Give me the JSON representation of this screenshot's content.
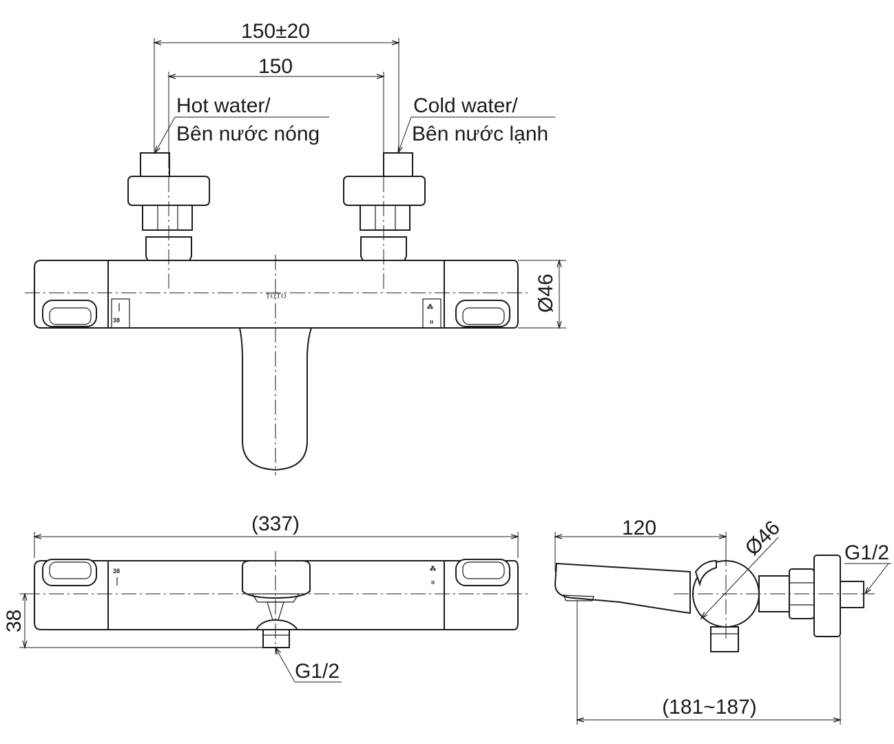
{
  "front_view": {
    "dim_outer": "150±20",
    "dim_inner": "150",
    "hot_label_1": "Hot water/",
    "hot_label_2": "Bên nước nóng",
    "cold_label_1": "Cold water/",
    "cold_label_2": "Bên nước lạnh",
    "diameter": "Ø46",
    "brand": "TOTO",
    "temp_mark": "38"
  },
  "top_view": {
    "length": "(337)",
    "height": "38",
    "outlet_thread": "G1/2",
    "temp_mark": "38"
  },
  "side_view": {
    "spout_length": "120",
    "diameter": "Ø46",
    "inlet_thread": "G1/2",
    "depth_range": "(181~187)"
  }
}
